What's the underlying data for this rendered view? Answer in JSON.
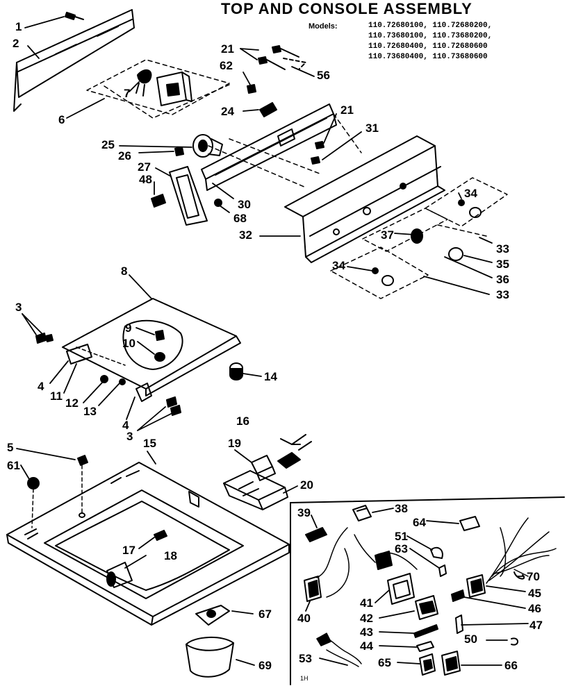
{
  "title": "TOP AND CONSOLE ASSEMBLY",
  "models_label": "Models:",
  "models": [
    "110.72680100, 110.72680200,",
    "110.73680100, 110.73680200,",
    "110.72680400, 110.72680600",
    "110.73680400, 110.73680600"
  ],
  "part_numbers": {
    "p1": "1",
    "p2": "2",
    "p6": "6",
    "p7": "7",
    "p21a": "21",
    "p62": "62",
    "p56": "56",
    "p24": "24",
    "p21b": "21",
    "p31": "31",
    "p25": "25",
    "p26": "26",
    "p27": "27",
    "p48": "48",
    "p30": "30",
    "p68": "68",
    "p32": "32",
    "p34a": "34",
    "p37": "37",
    "p33a": "33",
    "p35": "35",
    "p34b": "34",
    "p36": "36",
    "p33b": "33",
    "p8": "8",
    "p3a": "3",
    "p9": "9",
    "p10": "10",
    "p4a": "4",
    "p11": "11",
    "p12": "12",
    "p13": "13",
    "p4b": "4",
    "p14": "14",
    "p3b": "3",
    "p16": "16",
    "p5": "5",
    "p15": "15",
    "p61": "61",
    "p19": "19",
    "p20": "20",
    "p17": "17",
    "p18": "18",
    "p67": "67",
    "p69": "69",
    "p38": "38",
    "p39": "39",
    "p64": "64",
    "p51": "51",
    "p63": "63",
    "p70": "70",
    "p45": "45",
    "p41": "41",
    "p46": "46",
    "p40": "40",
    "p42": "42",
    "p47": "47",
    "p43": "43",
    "p50": "50",
    "p44": "44",
    "p53": "53",
    "p65": "65",
    "p66": "66"
  },
  "footer_code": "1H"
}
